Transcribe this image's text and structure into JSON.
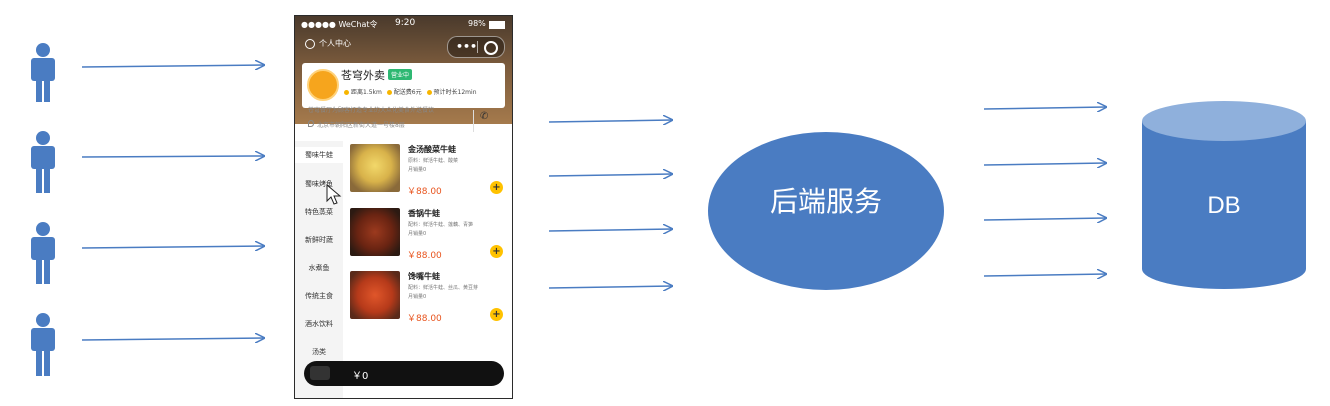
{
  "diagram": {
    "service_label": "后端服务",
    "db_label": "DB",
    "users": [
      {
        "id": "user-1"
      },
      {
        "id": "user-2"
      },
      {
        "id": "user-3"
      },
      {
        "id": "user-4"
      }
    ],
    "colors": {
      "node": "#4a7cc2",
      "arrow": "#4a7cc2",
      "db_top": "#8fb0dc"
    },
    "arrow_groups": {
      "users_to_app": 4,
      "app_to_service": 4,
      "service_to_db": 4
    }
  },
  "phone": {
    "status": {
      "carrier": "●●●●● WeChat令",
      "time": "9:20",
      "battery": "98%"
    },
    "profile_label": "个人中心",
    "capsule_dots": "•••",
    "store": {
      "name": "苍穹外卖",
      "badge": "营业中",
      "distance": "距离1.5km",
      "delivery_fee": "配送费6元",
      "eta": "预计时长12min",
      "description": "苍穹餐厅为顾客打造专业的大众化美食外送餐饮",
      "address": "北京市朝阳区新街大道一号楼8层"
    },
    "categories": [
      "蜀味牛蛙",
      "蜀味烤鱼",
      "特色蒸菜",
      "新鲜时蔬",
      "水煮鱼",
      "传统主食",
      "酒水饮料",
      "汤类"
    ],
    "dishes": [
      {
        "name": "金汤酸菜牛蛙",
        "desc": "原料：鲜活牛蛙、酸菜",
        "sold": "月销量0",
        "price": "￥88.00"
      },
      {
        "name": "香锅牛蛙",
        "desc": "配料：鲜活牛蛙、莲藕、青笋",
        "sold": "月销量0",
        "price": "￥88.00"
      },
      {
        "name": "馋嘴牛蛙",
        "desc": "配料：鲜活牛蛙、丝瓜、黄豆芽",
        "sold": "月销量0",
        "price": "￥88.00"
      }
    ],
    "add_symbol": "+",
    "cart_total": "￥0"
  }
}
